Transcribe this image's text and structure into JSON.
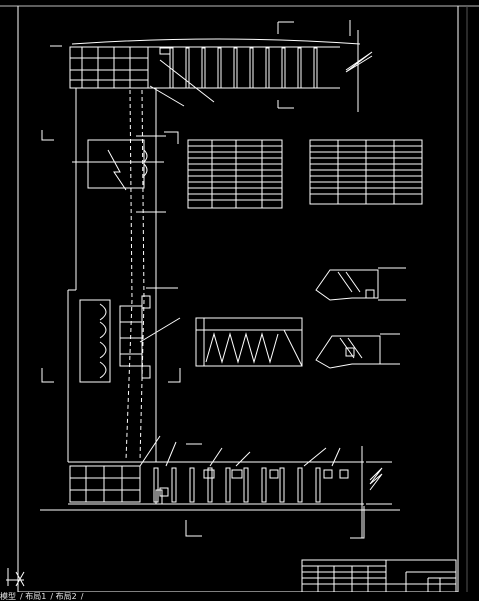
{
  "tabs": [
    {
      "label": "模型"
    },
    {
      "label": "布局1"
    },
    {
      "label": "布局2"
    }
  ],
  "separators": [
    "/",
    "/",
    "/"
  ],
  "ucs": {
    "icon": "ucs-icon"
  },
  "colors": {
    "background": "#000000",
    "lines": "#ffffff",
    "border_strip": "#2a2a2a"
  }
}
